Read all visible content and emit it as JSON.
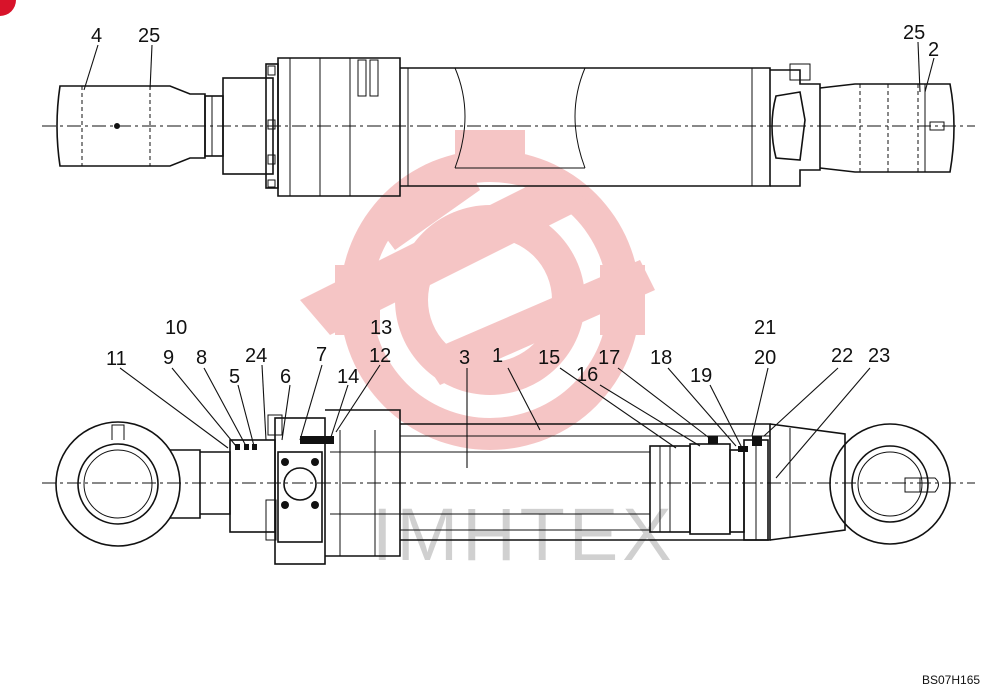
{
  "drawing_code": "BS07H165",
  "watermark_text": "IMHTEX",
  "watermark_color": "#f5c2c2",
  "corner_badge_color": "#d8132a",
  "top_view_labels": [
    "4",
    "25",
    "25",
    "2"
  ],
  "bottom_view_labels": [
    "10",
    "13",
    "21",
    "11",
    "9",
    "8",
    "24",
    "5",
    "6",
    "7",
    "14",
    "12",
    "3",
    "1",
    "15",
    "16",
    "17",
    "18",
    "19",
    "20",
    "22",
    "23"
  ]
}
